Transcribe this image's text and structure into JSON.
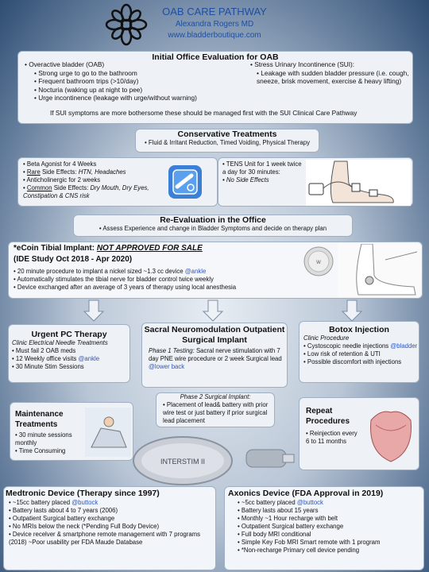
{
  "header": {
    "title": "OAB CARE PATHWAY",
    "author": "Alexandra Rogers MD",
    "website": "www.bladderboutique.com"
  },
  "initial": {
    "title": "Initial Office Evaluation for OAB",
    "oab_head": "• Overactive bladder (OAB)",
    "oab_items": [
      "• Strong urge to go to the bathroom",
      "• Frequent bathroom trips (>10/day)",
      "• Nocturia (waking up at night to pee)",
      "• Urge incontinence (leakage with urge/without warning)"
    ],
    "sui_head": "• Stress Urinary Incontinence (SUI):",
    "sui_item": "• Leakage with sudden bladder pressure (i.e. cough, sneeze, brisk movement, exercise & heavy lifting)",
    "note": "If SUI symptoms are more bothersome these should be managed first with the SUI Clinical Care Pathway"
  },
  "conservative": {
    "title": "Conservative Treatments",
    "line": "• Fluid & Irritant Reduction, Timed Voiding, Physical Therapy",
    "l1": "• Beta Agonist for 4 Weeks",
    "l2a": "• ",
    "l2b": "Rare",
    "l2c": " Side Effects: ",
    "l2d": "HTN, Headaches",
    "l3": "• Anticholinergic for 2 weeks",
    "l4a": "• ",
    "l4b": "Common",
    "l4c": " Side Effects: ",
    "l4d": "Dry Mouth, Dry Eyes, Constipation & CNS risk",
    "tens1": "• TENS Unit for 1 week twice a day for 30 minutes:",
    "tens2": "• No Side Effects"
  },
  "reeval": {
    "title": "Re-Evaluation in the Office",
    "line": "• Assess Experience and change in Bladder Symptoms and decide on therapy plan"
  },
  "ecoin": {
    "title_a": "*eCoin Tibial Implant: ",
    "title_b": "NOT APPROVED FOR SALE",
    "title_c": "(IDE Study Oct 2018 - Apr 2020)",
    "l1a": "• 20 minute procedure to implant a nickel sized ~1.3 cc device ",
    "l1b": "@ankle",
    "l2": "• Automatically stimulates the tibial nerve for bladder control twice weekly",
    "l3": "• Device exchanged after an average of 3 years of therapy using local anesthesia"
  },
  "ptnt": {
    "title": "Urgent PC Therapy",
    "sub": "Clinic Electrical Needle Treatments",
    "l1": "• Must fail 2 OAB meds",
    "l2a": "• 12 Weekly office visits ",
    "l2b": "@ankle",
    "l3": "• 30 Minute Stim Sessions"
  },
  "sacral": {
    "title": "Sacral Neuromodulation Outpatient Surgical Implant",
    "p1a": "Phase 1 Testing:",
    "p1b": " Sacral nerve stimulation with 7 day PNE wire procedure or 2 week Surgical lead ",
    "p1c": "@lower back",
    "p2a": "Phase 2 Surgical Implant:",
    "p2b": "• Placement of lead& battery with prior wire test or just battery if prior surgical lead placement"
  },
  "botox": {
    "title": "Botox Injection",
    "sub": "Clinic Procedure",
    "l1a": "• Cystoscopic needle injections ",
    "l1b": "@bladder",
    "l2": "• Low risk of retention & UTI",
    "l3": "• Possible discomfort with injections",
    "repeat_title": "Repeat Procedures",
    "repeat_text": "• Reinjection every 6 to 11 months"
  },
  "maintenance": {
    "title": "Maintenance Treatments",
    "l1": "• 30 minute sessions monthly",
    "l2": "• Time Consuming"
  },
  "device_label": "INTERSTIM II",
  "medtronic": {
    "title": "Medtronic Device (Therapy since 1997)",
    "l1a": "• ~15cc battery placed ",
    "l1b": "@buttock",
    "l2": "• Battery lasts about 4 to 7 years (2006)",
    "l3": "• Outpatient Surgical battery exchange",
    "l4": "• No MRIs below the neck (*Pending Full Body Device)",
    "l5": "• Device recelver & smartphone remote management with 7 programs (2018) ~Poor usability per FDA Maude Database"
  },
  "axonics": {
    "title": "Axonics Device (FDA Approval in 2019)",
    "l1a": "• ~5cc battery placed ",
    "l1b": "@buttock",
    "l2": "• Battery lasts about 15 years",
    "l3": "• Monthly ~1 Hour recharge with belt",
    "l4": "• Outpatient Surgical battery exchange",
    "l5": "• Full body MRI conditional",
    "l6": "• Simple Key Fob MRI Smart remote with 1 program",
    "l7": "• *Non-recharge Primary cell device pending"
  },
  "colors": {
    "accent": "#2b55c0",
    "title_blue": "#1f4fa0"
  },
  "icons": [
    "mandala-logo-icon",
    "pill-pack-icon",
    "tens-foot-icon",
    "ecoin-device-icon",
    "ankle-implant-icon",
    "arrow-down-icon"
  ]
}
